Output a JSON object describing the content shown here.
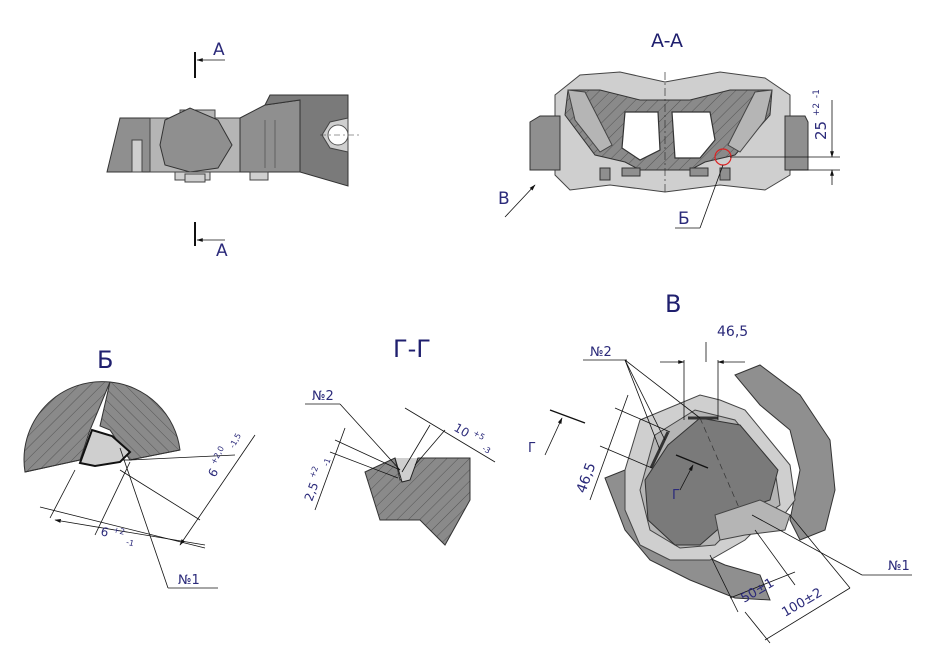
{
  "labels": {
    "section_a_top": "A",
    "section_a_bottom": "A",
    "section_aa_title": "A-A",
    "dim_25": "25",
    "dim_25_tol": "+2",
    "dim_25_tol2": "-1",
    "view_b_arrow": "B",
    "detail_b_leader": "Б",
    "detail_b_title": "Б",
    "section_gg_title": "Г-Г",
    "view_v_title": "В",
    "no2_label_gg": "№2",
    "no2_label_v": "№2",
    "no1_label_b": "№1",
    "no1_label_v": "№1",
    "dim_465_top": "46,5",
    "dim_465_side": "46,5",
    "dim_6_b": "6",
    "dim_6_b_tol": "+2,0",
    "dim_6_b_tol2": "-1,5",
    "dim_6_bottom": "6",
    "dim_6_bottom_tol": "+2",
    "dim_6_bottom_tol2": "-1",
    "dim_10": "10",
    "dim_10_tol": "+5",
    "dim_10_tol2": "-3",
    "dim_25_gg": "2,5",
    "dim_25_gg_tol": "+2",
    "dim_25_gg_tol2": "-1",
    "dim_50": "50±1",
    "dim_100": "100±2",
    "g_mark_left": "Г",
    "g_mark_inner": "Г"
  }
}
